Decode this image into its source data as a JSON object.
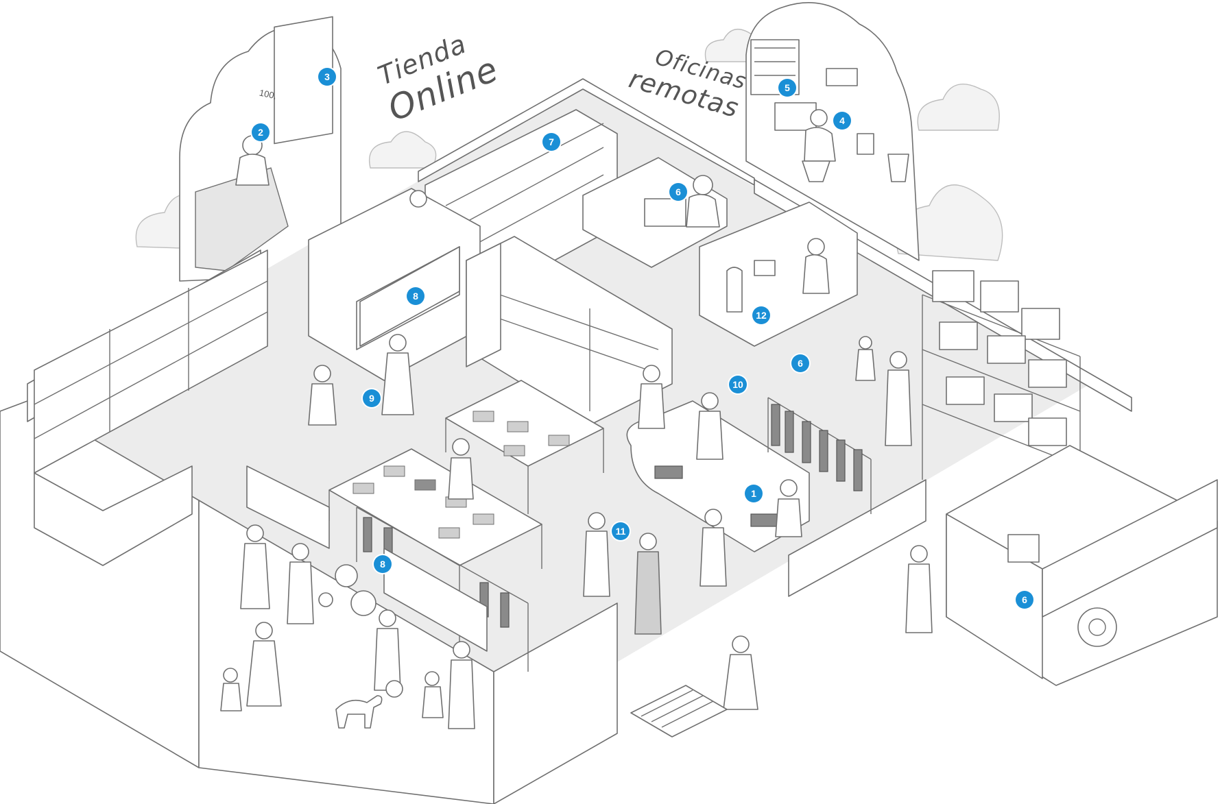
{
  "headings": {
    "online_store": [
      "Tienda",
      "Online"
    ],
    "remote_offices": [
      "Oficinas",
      "remotas"
    ]
  },
  "store_labels": {
    "price_tag": "100,"
  },
  "callouts": [
    "1",
    "2",
    "3",
    "4",
    "5",
    "6",
    "6",
    "6",
    "7",
    "8",
    "8",
    "9",
    "10",
    "11",
    "12"
  ],
  "colors": {
    "accent": "#1a8fd6",
    "line": "#777777",
    "floor": "#ececec",
    "wall": "#ffffff"
  }
}
